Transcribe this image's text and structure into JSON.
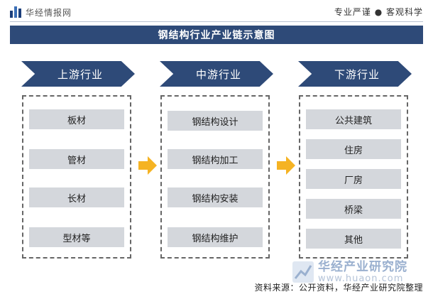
{
  "header": {
    "brand_name": "华经情报网",
    "slogan": "专业严谨 ● 客观科学"
  },
  "title": "钢结构行业产业链示意图",
  "stages": [
    {
      "label": "上游行业",
      "items": [
        "板材",
        "管材",
        "长材",
        "型材等"
      ]
    },
    {
      "label": "中游行业",
      "items": [
        "钢结构设计",
        "钢结构加工",
        "钢结构安装",
        "钢结构维护"
      ]
    },
    {
      "label": "下游行业",
      "items": [
        "公共建筑",
        "住房",
        "厂房",
        "桥梁",
        "其他"
      ]
    }
  ],
  "watermark": {
    "name": "华经产业研究院",
    "sub": "www.huaon.com"
  },
  "source": "资料来源：公开资料，华经产业研究院整理",
  "colors": {
    "accent": "#2e4a78",
    "item_bg": "#d4d7dc",
    "arrow": "#f5b323"
  }
}
